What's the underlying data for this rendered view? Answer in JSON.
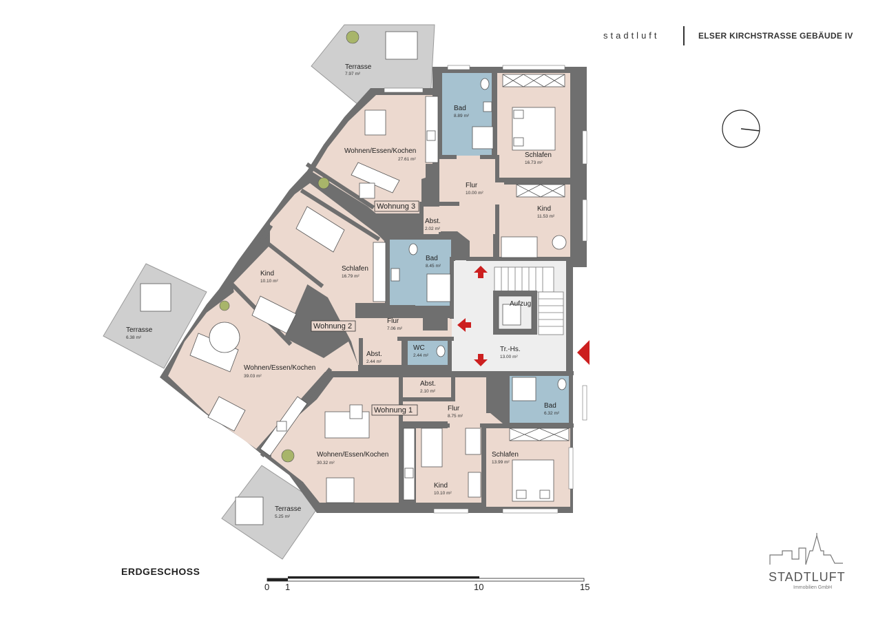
{
  "header": {
    "brand": "stadtluft",
    "project_title": "ELSER KIRCHSTRASSE  GEBÄUDE IV"
  },
  "floor": "ERDGESCHOSS",
  "scale_bar": {
    "labels": [
      "0",
      "1",
      "10",
      "15"
    ]
  },
  "logo": {
    "name": "STADTLUFT",
    "subline": "Immobilien GmbH"
  },
  "units": {
    "w3": "Wohnung 3",
    "w2": "Wohnung 2",
    "w1": "Wohnung 1"
  },
  "rooms": {
    "w3_terrasse": {
      "name": "Terrasse",
      "area": "7.97 m²"
    },
    "w3_wohnen": {
      "name": "Wohnen/Essen/Kochen",
      "area": "27.61 m²"
    },
    "w3_bad": {
      "name": "Bad",
      "area": "8.89 m²"
    },
    "w3_schlafen": {
      "name": "Schlafen",
      "area": "16.73 m²"
    },
    "w3_flur": {
      "name": "Flur",
      "area": "10.00 m²"
    },
    "w3_kind": {
      "name": "Kind",
      "area": "11.53 m²"
    },
    "w3_abst": {
      "name": "Abst.",
      "area": "2.02 m²"
    },
    "w2_bad": {
      "name": "Bad",
      "area": "8.45 m²"
    },
    "w2_schlafen": {
      "name": "Schlafen",
      "area": "16.79 m²"
    },
    "w2_kind": {
      "name": "Kind",
      "area": "10.10 m²"
    },
    "w2_terrasse": {
      "name": "Terrasse",
      "area": "6.38 m²"
    },
    "w2_flur": {
      "name": "Flur",
      "area": "7.06 m²"
    },
    "w2_wohnen": {
      "name": "Wohnen/Essen/Kochen",
      "area": "39.03 m²"
    },
    "w2_abst": {
      "name": "Abst.",
      "area": "2.44 m²"
    },
    "w2_wc": {
      "name": "WC",
      "area": "2.44 m²"
    },
    "aufzug": {
      "name": "Aufzug"
    },
    "trhs": {
      "name": "Tr.-Hs.",
      "area": "13.00 m²"
    },
    "w1_abst": {
      "name": "Abst.",
      "area": "2.10 m²"
    },
    "w1_flur": {
      "name": "Flur",
      "area": "8.75 m²"
    },
    "w1_bad": {
      "name": "Bad",
      "area": "6.32 m²"
    },
    "w1_wohnen": {
      "name": "Wohnen/Essen/Kochen",
      "area": "30.32 m²"
    },
    "w1_schlafen": {
      "name": "Schlafen",
      "area": "13.99 m²"
    },
    "w1_kind": {
      "name": "Kind",
      "area": "10.10 m²"
    },
    "w1_terrasse": {
      "name": "Terrasse",
      "area": "5.25 m²"
    }
  },
  "colors": {
    "wall": "#6f6f6f",
    "room": "#ecd9cf",
    "bath": "#a6c2d0",
    "corridor": "#eeeeee",
    "terrace": "#cfcfcf",
    "arrow": "#cc1f1f"
  }
}
